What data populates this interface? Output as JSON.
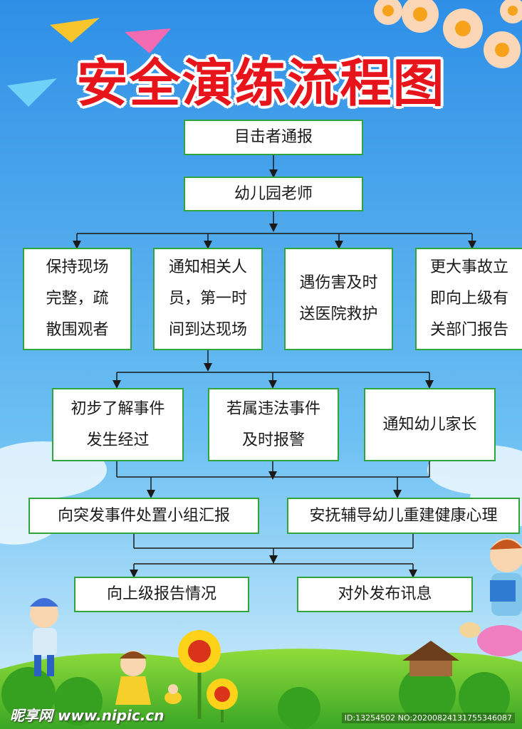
{
  "title": "安全演练流程图",
  "nodes": {
    "witness": "目击者通报",
    "teacher": "幼儿园老师",
    "keep_scene": "保持现场\n完整，疏\n散围观者",
    "notify_staff": "通知相关人\n员，第一时\n间到达现场",
    "hospital": "遇伤害及时\n送医院救护",
    "report_dept": "更大事故立\n即向上级有\n关部门报告",
    "understand": "初步了解事件\n发生经过",
    "police": "若属违法事件\n及时报警",
    "parents": "通知幼儿家长",
    "emergency_group": "向突发事件处置小组汇报",
    "comfort": "安抚辅导幼儿重建健康心理",
    "report_superior": "向上级报告情况",
    "publish": "对外发布讯息"
  },
  "watermark": {
    "logo": "昵享网 www.nipic.cn",
    "id": "ID:13254502 NO:20200824131755346087"
  },
  "colors": {
    "title": "#e8141c",
    "box_border": "#2fa53c",
    "sky_top": "#2e8fe6",
    "sky_bottom": "#bfe6fb",
    "grass": "#4cbf2a"
  }
}
